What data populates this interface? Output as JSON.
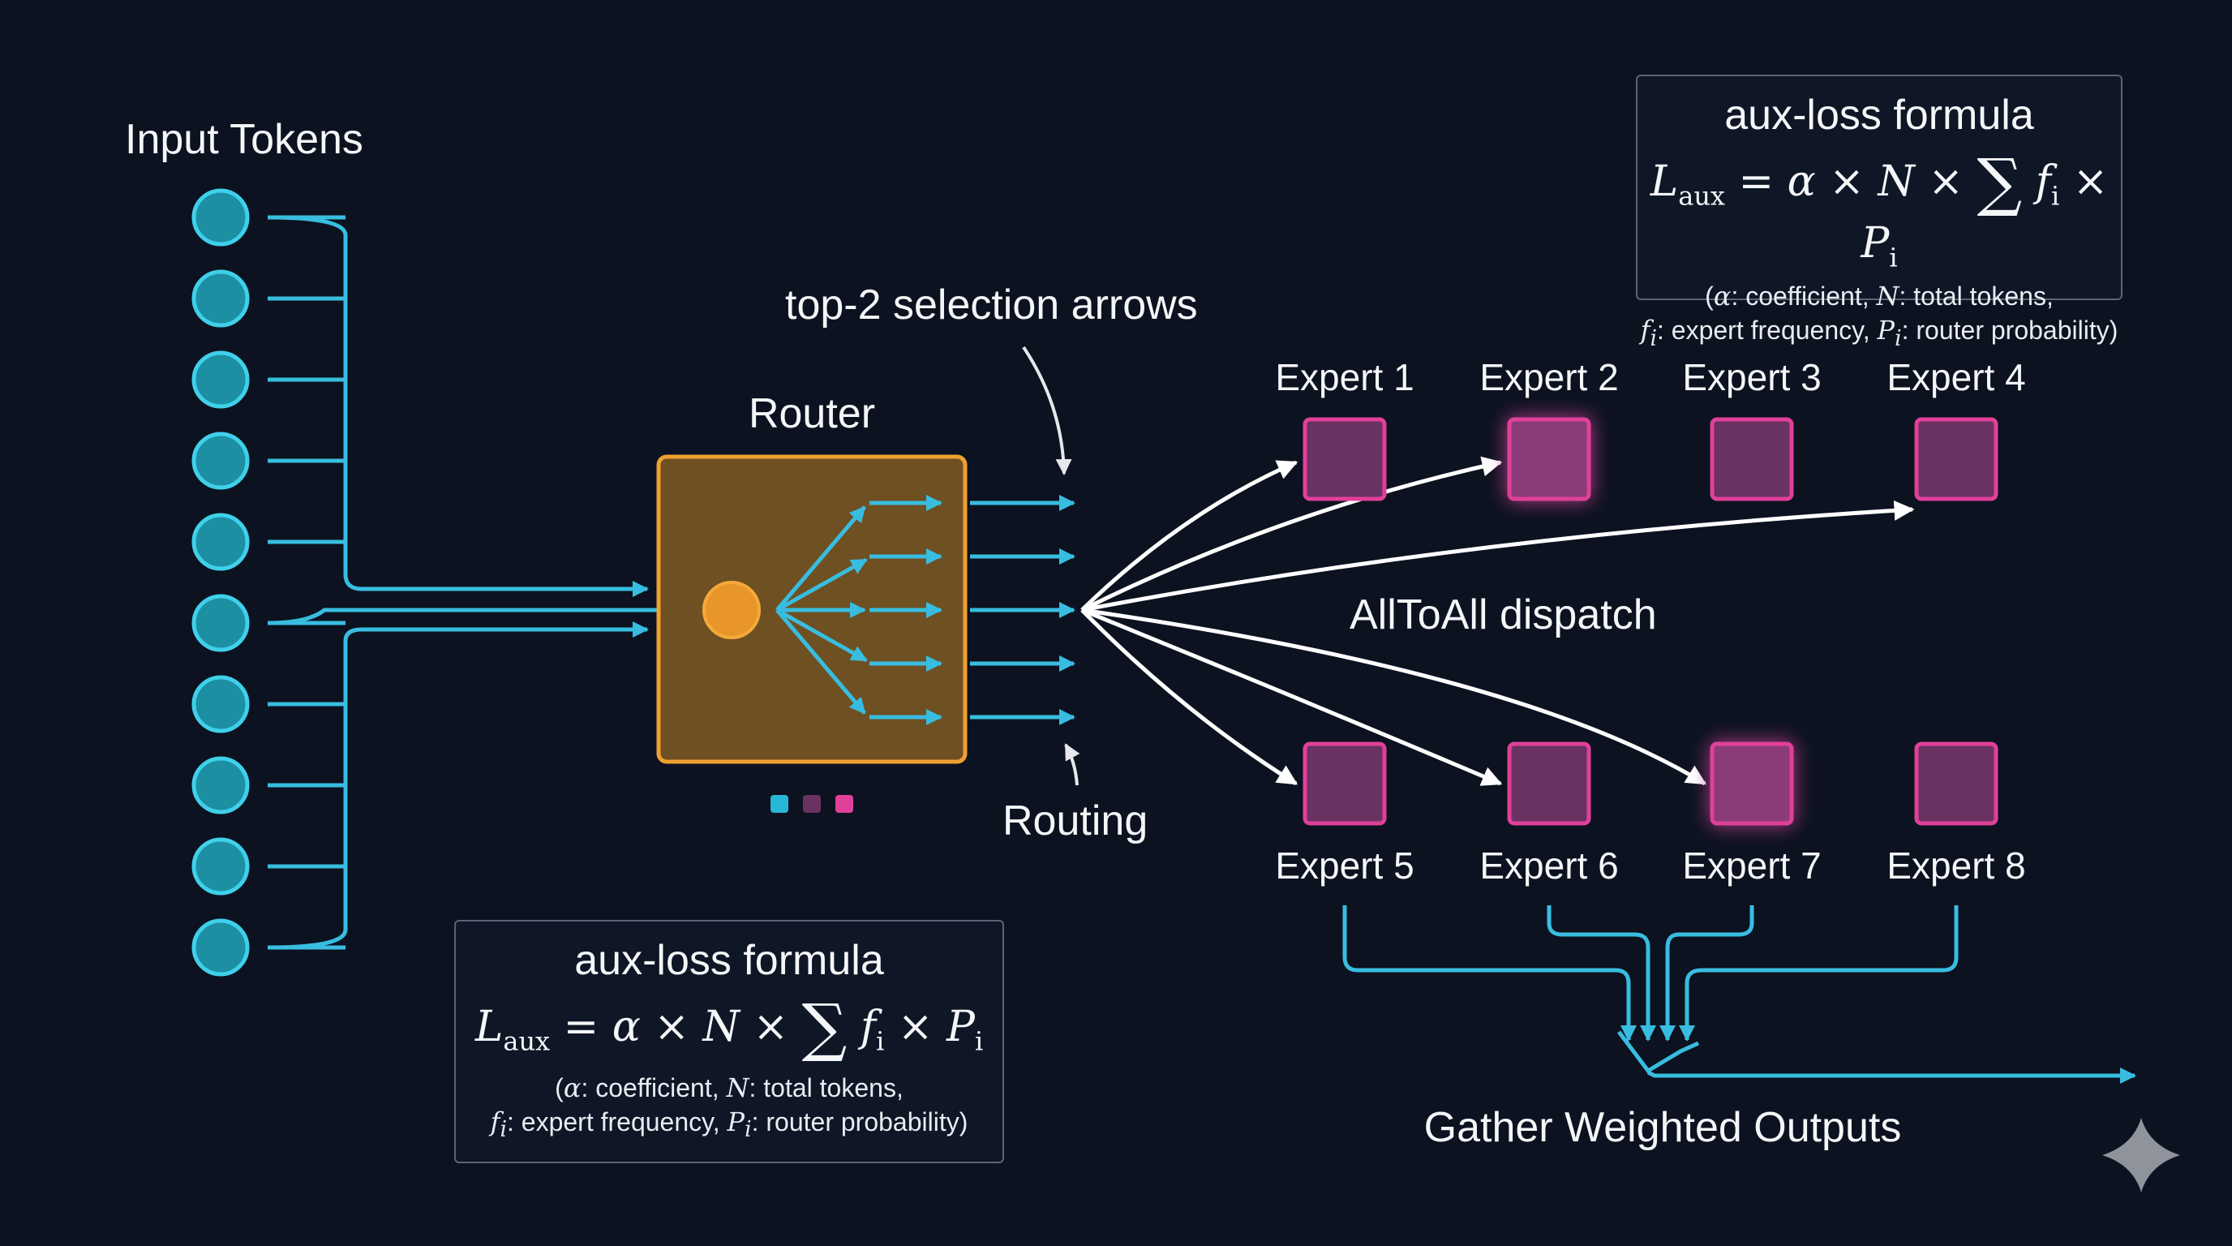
{
  "labels": {
    "input_tokens": "Input Tokens",
    "router": "Router",
    "top2": "top-2 selection arrows",
    "routing": "Routing",
    "alltoall": "AllToAll dispatch",
    "gather": "Gather Weighted Outputs"
  },
  "experts": [
    "Expert 1",
    "Expert 2",
    "Expert 3",
    "Expert 4",
    "Expert 5",
    "Expert 6",
    "Expert 7",
    "Expert 8"
  ],
  "selected_experts": [
    2,
    7
  ],
  "token_count": 10,
  "formula_top": {
    "title": "aux-loss formula",
    "lhs": "L",
    "lhs_sub": "aux",
    "rhs_a": "= α × N ×",
    "rhs_sum": "∑",
    "rhs_b": "f",
    "rhs_b_sub": "i",
    "rhs_c": "× P",
    "rhs_c_sub": "i",
    "note1_sym": "α",
    "note1_a": ": coefficient, ",
    "note1_sym2": "N",
    "note1_b": ": total tokens,",
    "note2_sym": "f",
    "note2_sub": "i",
    "note2_a": ": expert frequency, ",
    "note2_sym2": "P",
    "note2_sub2": "i",
    "note2_b": ": router probability"
  },
  "formula_bottom": {
    "title": "aux-loss formula",
    "lhs": "L",
    "lhs_sub": "aux",
    "rhs_a": "= α × N ×",
    "rhs_sum": "∑",
    "rhs_b": "f",
    "rhs_b_sub": "i",
    "rhs_c": "× P",
    "rhs_c_sub": "i",
    "note1_sym": "α",
    "note1_a": ": coefficient, ",
    "note1_sym2": "N",
    "note1_b": ": total tokens,",
    "note2_sym": "f",
    "note2_sub": "i",
    "note2_a": ": expert frequency, ",
    "note2_sym2": "P",
    "note2_sub2": "i",
    "note2_b": ": router probability"
  },
  "colors": {
    "background": "#0c1220",
    "token": "#1c8fa3",
    "token_stroke": "#3fd0ea",
    "line": "#38bde0",
    "router_fill": "#6e5022",
    "router_stroke": "#f0a030",
    "router_core": "#e8962a",
    "expert_fill": "#6a3260",
    "expert_stroke": "#e0409a",
    "expert_selected": "#8a3a78",
    "arrow_white": "#ffffff",
    "dot_cyan": "#27b5d8",
    "dot_purple": "#6a3260",
    "dot_pink": "#e0409a",
    "sparkle": "#8e939c"
  },
  "icons": {
    "watermark": "sparkle-icon"
  }
}
